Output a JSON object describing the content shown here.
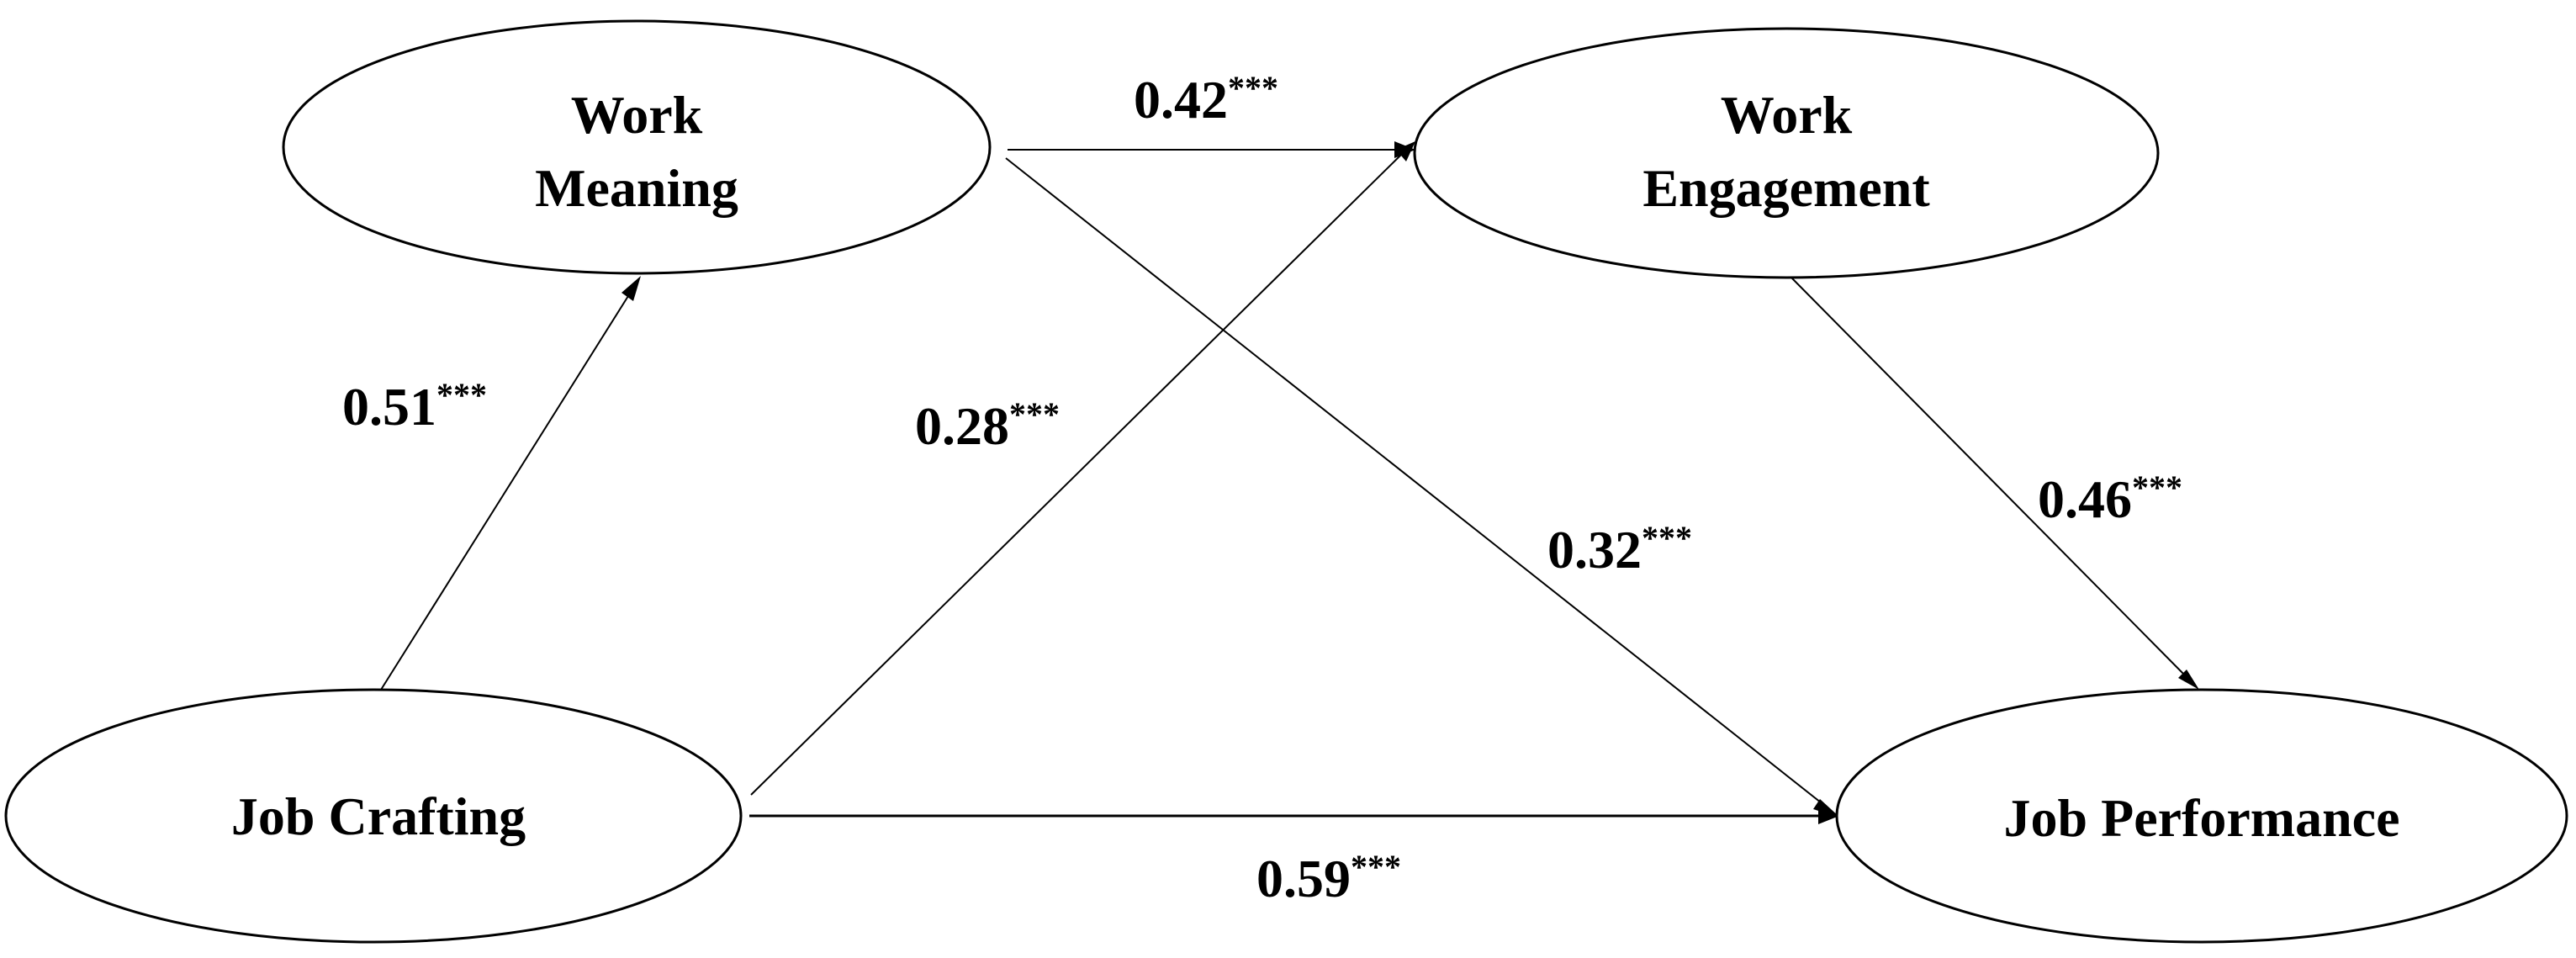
{
  "nodes": {
    "work_meaning": {
      "lines": [
        "Work",
        "Meaning"
      ]
    },
    "work_engagement": {
      "lines": [
        "Work",
        "Engagement"
      ]
    },
    "job_crafting": {
      "lines": [
        "Job Crafting"
      ]
    },
    "job_performance": {
      "lines": [
        "Job Performance"
      ]
    }
  },
  "paths": [
    {
      "from": "job_crafting",
      "to": "work_meaning",
      "coefficient": "0.51",
      "significance": "***"
    },
    {
      "from": "work_meaning",
      "to": "work_engagement",
      "coefficient": "0.42",
      "significance": "***"
    },
    {
      "from": "job_crafting",
      "to": "work_engagement",
      "coefficient": "0.28",
      "significance": "***"
    },
    {
      "from": "work_meaning",
      "to": "job_performance",
      "coefficient": "0.32",
      "significance": "***"
    },
    {
      "from": "work_engagement",
      "to": "job_performance",
      "coefficient": "0.46",
      "significance": "***"
    },
    {
      "from": "job_crafting",
      "to": "job_performance",
      "coefficient": "0.59",
      "significance": "***"
    }
  ]
}
